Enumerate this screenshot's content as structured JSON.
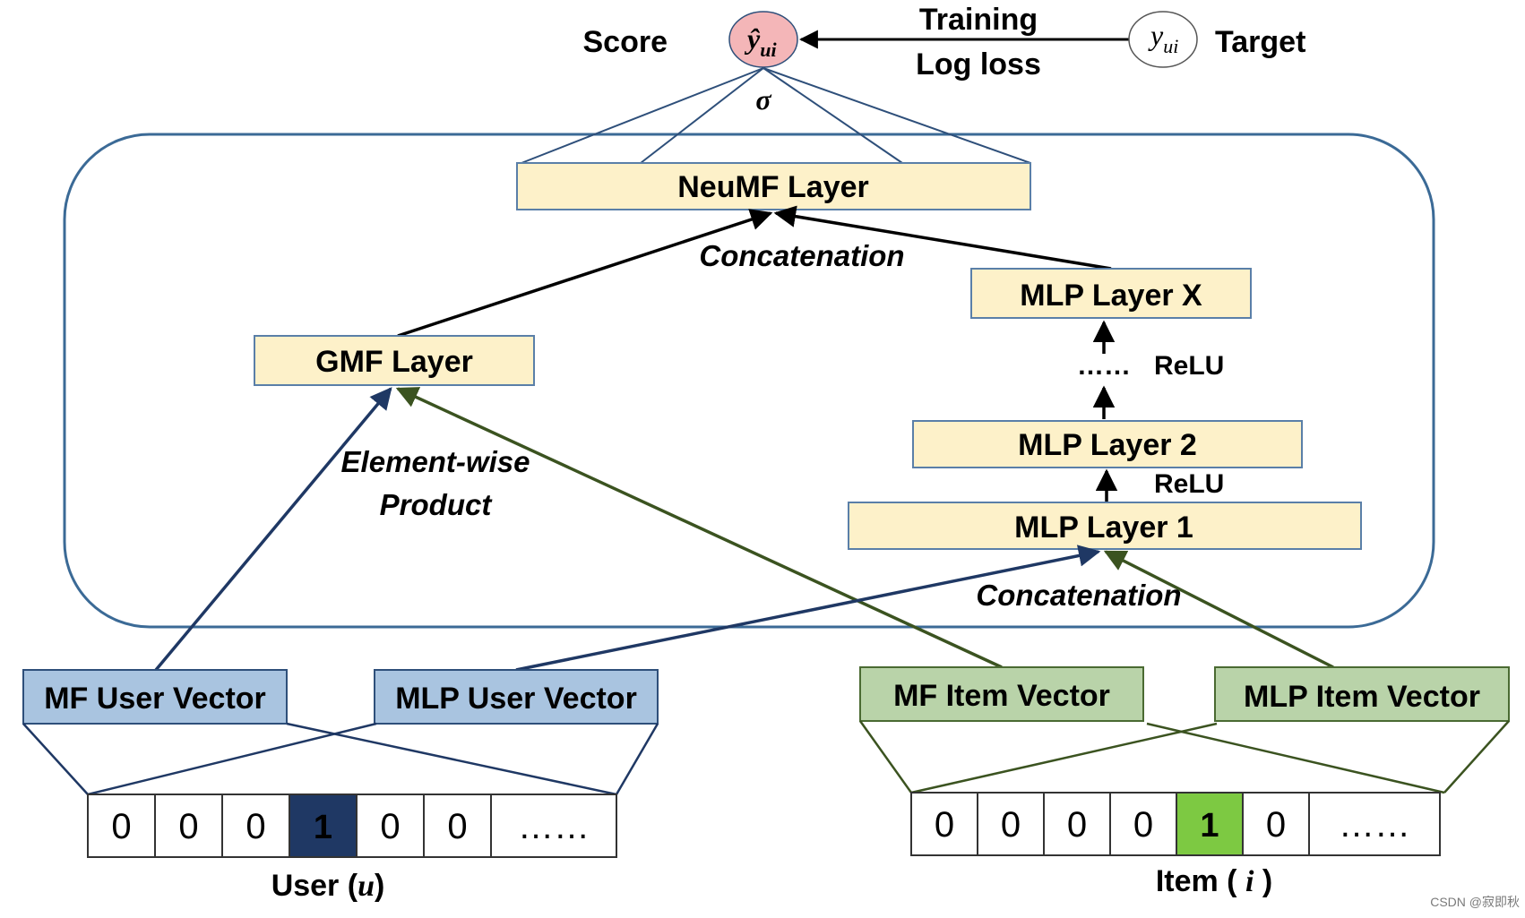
{
  "score": {
    "label": "Score",
    "symbol_base": "ŷ",
    "symbol_sub": "ui"
  },
  "target": {
    "label": "Target",
    "symbol_base": "y",
    "symbol_sub": "ui"
  },
  "training": {
    "line1": "Training",
    "line2": "Log loss"
  },
  "sigma": "σ",
  "neumf_layer": "NeuMF Layer",
  "concatenation_top": "Concatenation",
  "gmf_layer": "GMF Layer",
  "element_wise": {
    "line1": "Element-wise",
    "line2": "Product"
  },
  "mlp_layers": {
    "x": "MLP Layer X",
    "dots": "……",
    "relu_upper": "ReLU",
    "layer2": "MLP Layer 2",
    "relu_lower": "ReLU",
    "layer1": "MLP Layer 1"
  },
  "concatenation_bottom": "Concatenation",
  "vectors": {
    "mf_user": "MF User Vector",
    "mlp_user": "MLP User Vector",
    "mf_item": "MF Item Vector",
    "mlp_item": "MLP Item Vector"
  },
  "user_input": {
    "cells": [
      "0",
      "0",
      "0",
      "1",
      "0",
      "0",
      "……"
    ],
    "label": "User (u)",
    "label_prefix": "User (",
    "label_var": "u",
    "label_suffix": ")"
  },
  "item_input": {
    "cells": [
      "0",
      "0",
      "0",
      "0",
      "1",
      "0",
      "……"
    ],
    "label": "Item ( i )",
    "label_prefix": "Item ( ",
    "label_var": "i",
    "label_suffix": " )"
  },
  "watermark": "CSDN @寂即秋",
  "colors": {
    "user_blue_fill": "#a9c4e0",
    "user_blue_stroke": "#2e4f7a",
    "user_line": "#1f3864",
    "item_green_fill": "#b9d3a9",
    "item_green_stroke": "#4a6a32",
    "item_line": "#3b5320",
    "layer_fill": "#fdf1c9",
    "layer_stroke": "#5a7fa8",
    "score_fill": "#f4b6b8",
    "user_one_fill": "#1f3864",
    "item_one_fill": "#7dc942",
    "frame_stroke": "#3b6a96"
  }
}
